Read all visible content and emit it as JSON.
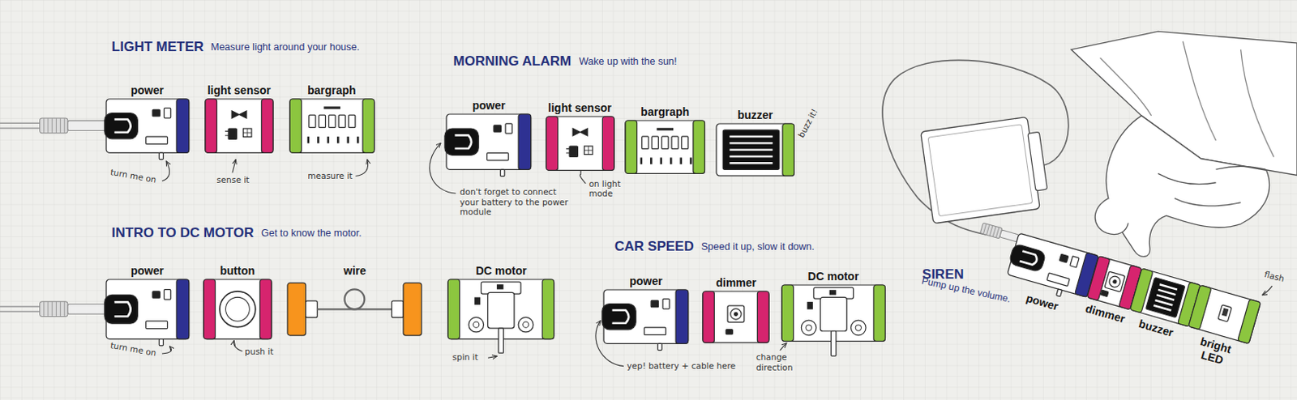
{
  "diagram": {
    "nodes": [
      {
        "text": [
          "power"
        ]
      },
      {
        "text": [
          "light sensor"
        ]
      },
      {
        "text": [
          "bargraph"
        ]
      },
      {
        "text": [
          "power"
        ]
      },
      {
        "text": [
          "light sensor"
        ]
      },
      {
        "text": [
          "bargraph"
        ]
      },
      {
        "text": [
          "buzzer"
        ]
      },
      {
        "text": [
          "power"
        ]
      },
      {
        "text": [
          "button"
        ]
      },
      {
        "text": [
          "wire"
        ]
      },
      {
        "text": [
          "DC motor"
        ]
      },
      {
        "text": [
          "power"
        ]
      },
      {
        "text": [
          "dimmer"
        ]
      },
      {
        "text": [
          "DC motor"
        ]
      },
      {
        "text": [
          "power"
        ]
      },
      {
        "text": [
          "dimmer"
        ]
      },
      {
        "text": [
          "buzzer"
        ]
      },
      {
        "text": [
          "bright LED"
        ]
      }
    ],
    "labels": [
      "LIGHT METER",
      "Measure light around your house.",
      "turn me on",
      "sense it",
      "measure it",
      "MORNING ALARM",
      "Wake up with the sun!",
      "don't forget to connect your battery to the power module",
      "on light mode",
      "buzz it!",
      "INTRO TO DC MOTOR",
      "Get to know the motor.",
      "turn me on",
      "push it",
      "spin it",
      "CAR SPEED",
      "Speed it up, slow it down.",
      "yep! battery + cable here",
      "change direction",
      "SIREN",
      "Pump up the volume.",
      "flash"
    ]
  }
}
